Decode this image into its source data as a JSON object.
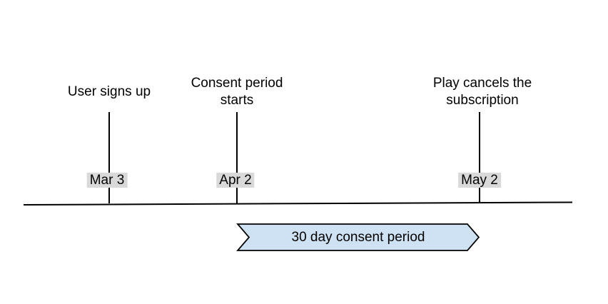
{
  "colors": {
    "arrow_fill": "#cfe2f3",
    "date_bg": "#d9d9d9",
    "line_color": "#000000",
    "text_color": "#000000"
  },
  "timeline": {
    "events": [
      {
        "label": "User signs up",
        "date": "Mar 3"
      },
      {
        "label": "Consent period\nstarts",
        "date": "Apr 2"
      },
      {
        "label": "Play cancels the\nsubscription",
        "date": "May 2"
      }
    ],
    "period_label": "30 day consent period"
  }
}
